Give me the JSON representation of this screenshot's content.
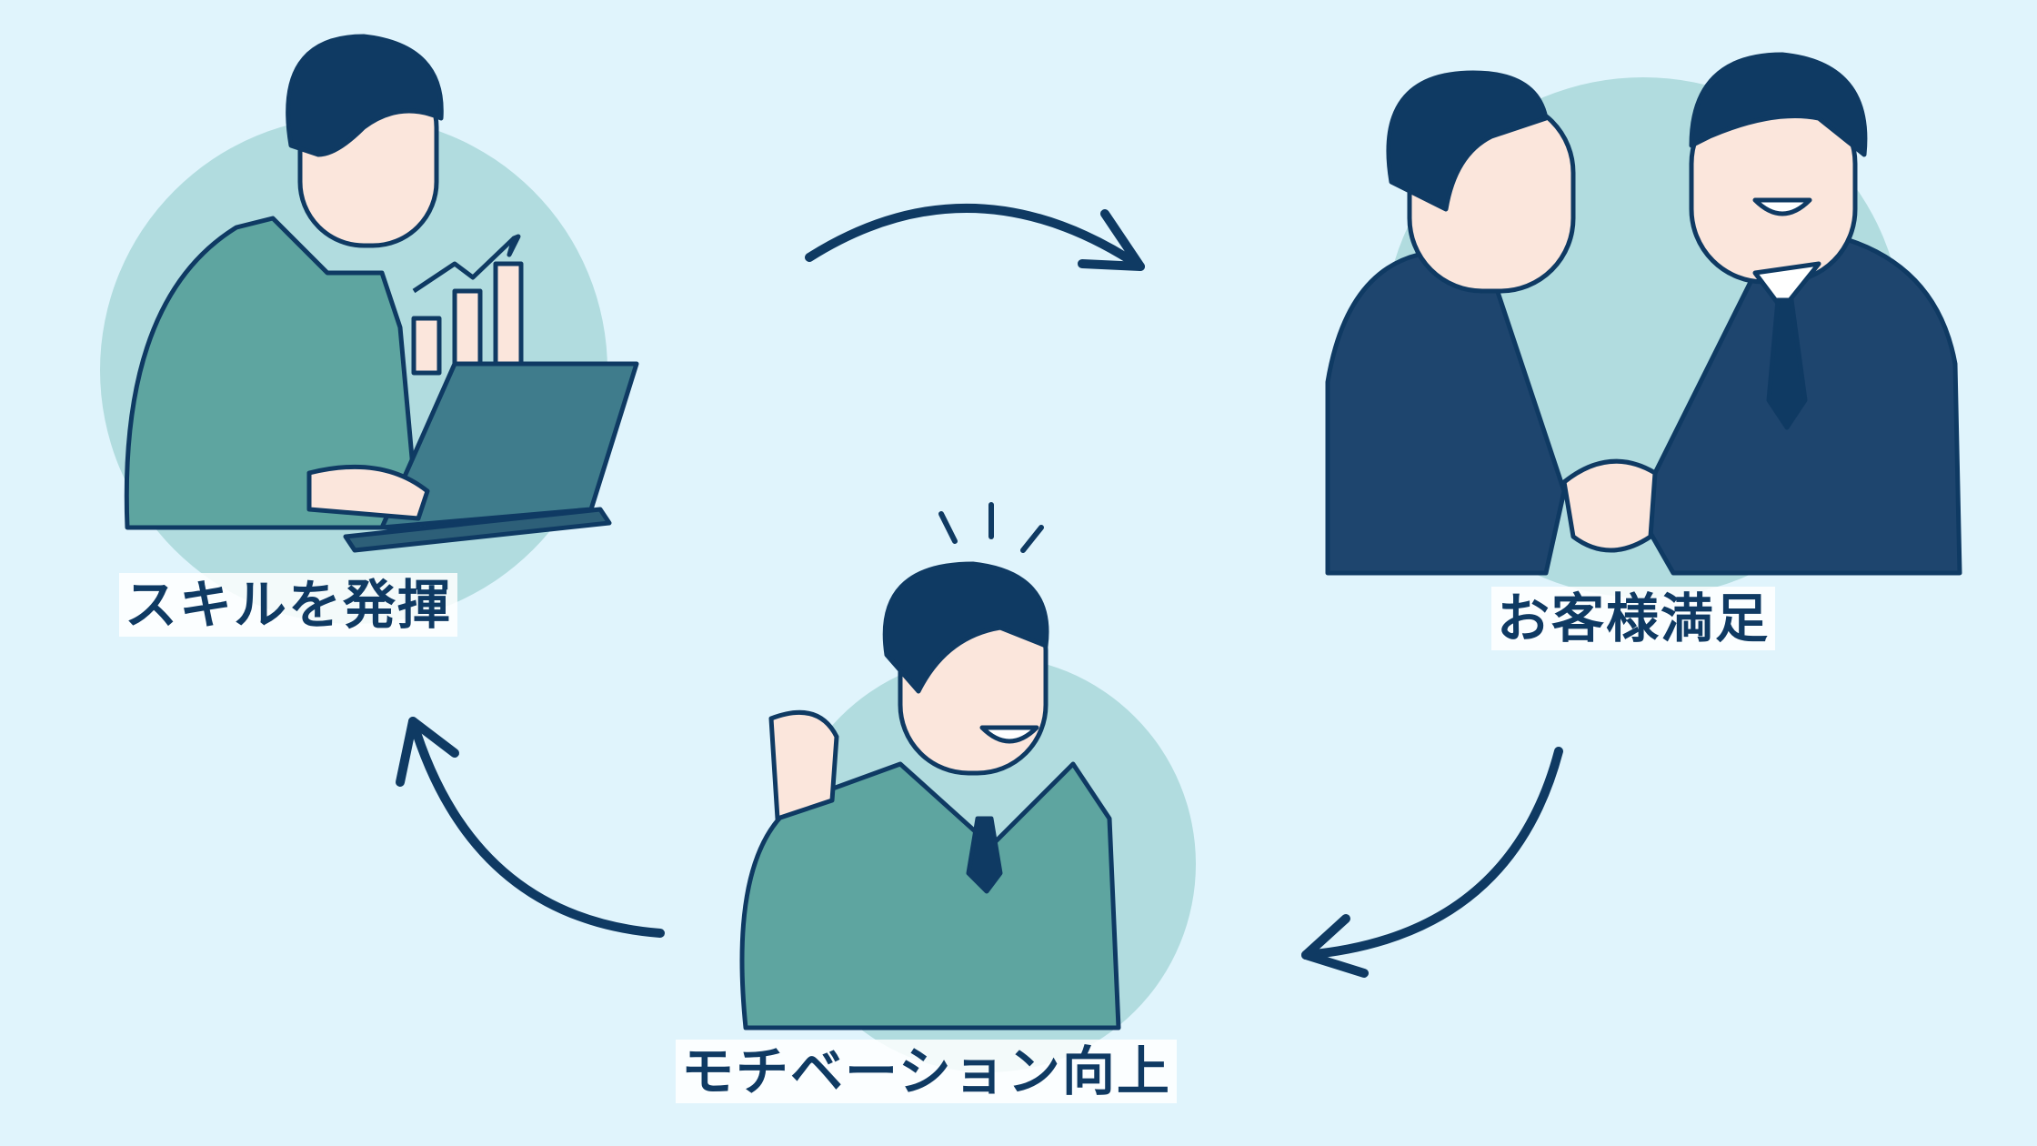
{
  "steps": [
    {
      "label": "スキルを発揮",
      "icon": "worker-with-laptop"
    },
    {
      "label": "お客様満足",
      "icon": "handshake"
    },
    {
      "label": "モチベーション向上",
      "icon": "motivated-worker"
    }
  ],
  "colors": {
    "background": "#e0f4fc",
    "circle": "#b1dcdf",
    "navy": "#0f3a63",
    "uniform": "#5ea5a0",
    "suit": "#1e456e",
    "skin": "#fbe6dc"
  }
}
